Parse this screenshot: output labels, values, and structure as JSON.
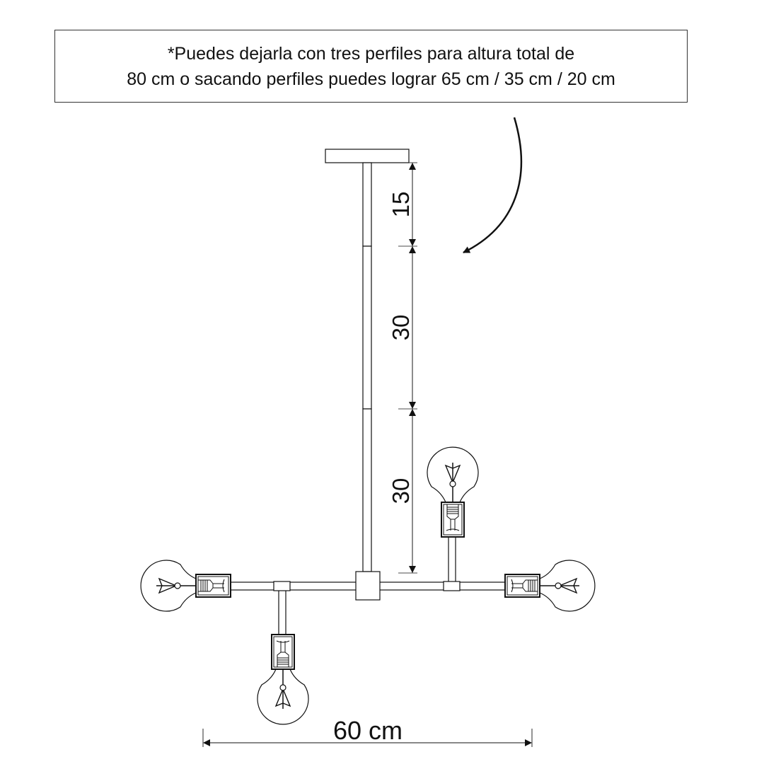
{
  "note": {
    "line1": "*Puedes dejarla con tres perfiles para altura total de",
    "line2": "80 cm o  sacando perfiles puedes lograr 65 cm / 35 cm / 20 cm"
  },
  "dimensions": {
    "segment1": "15",
    "segment2": "30",
    "segment3": "30",
    "width": "60 cm"
  },
  "colors": {
    "line": "#111111",
    "background": "#ffffff"
  }
}
